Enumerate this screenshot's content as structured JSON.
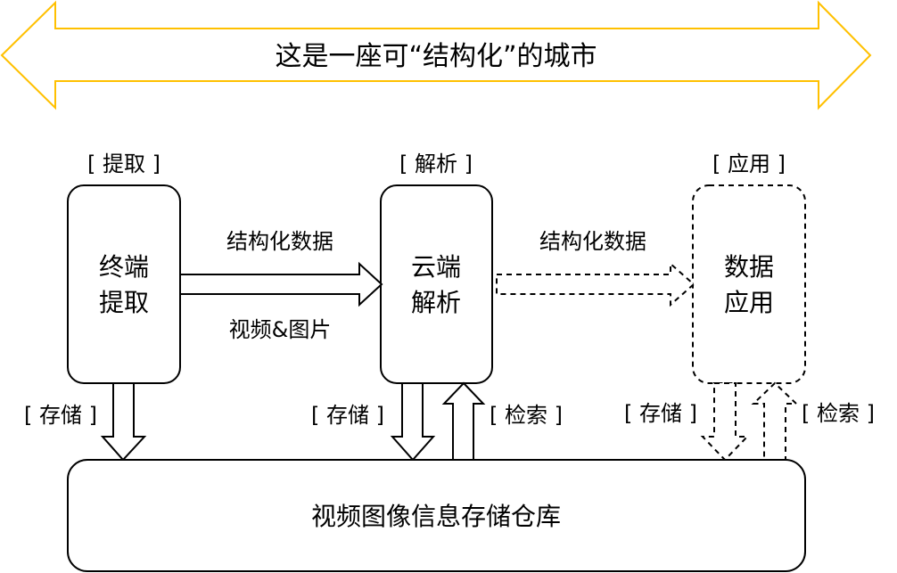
{
  "banner": {
    "title": "这是一座可“结构化”的城市",
    "color": "#FFC000"
  },
  "stages": {
    "extract": {
      "header": "[ 提取 ]",
      "line1": "终端",
      "line2": "提取"
    },
    "parse": {
      "header": "[ 解析 ]",
      "line1": "云端",
      "line2": "解析"
    },
    "apply": {
      "header": "[ 应用 ]",
      "line1": "数据",
      "line2": "应用"
    }
  },
  "flows": {
    "extract_to_parse_top": "结构化数据",
    "extract_to_parse_bottom": "视频&图片",
    "parse_to_apply_top": "结构化数据"
  },
  "storage_labels": {
    "extract_store": "[ 存储 ]",
    "parse_store": "[ 存储 ]",
    "parse_search": "[ 检索 ]",
    "apply_store": "[ 存储 ]",
    "apply_search": "[ 检索 ]"
  },
  "warehouse": {
    "label": "视频图像信息存储仓库"
  }
}
